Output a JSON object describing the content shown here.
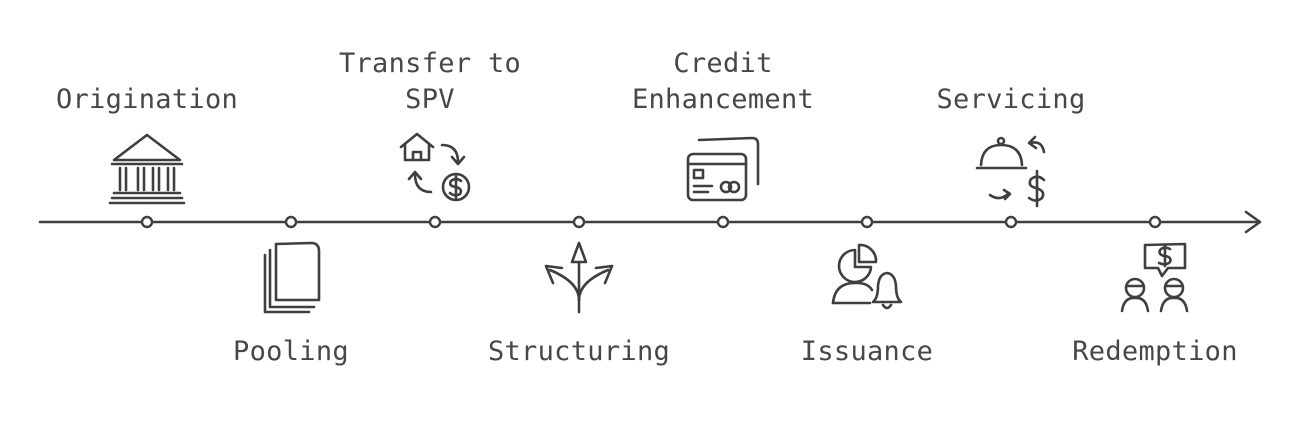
{
  "stages": [
    {
      "id": "origination",
      "label": "Origination",
      "icon": "bank-building-icon",
      "side": "above"
    },
    {
      "id": "pooling",
      "label": "Pooling",
      "icon": "stacked-documents-icon",
      "side": "below"
    },
    {
      "id": "transfer",
      "label": "Transfer to\nSPV",
      "icon": "house-to-dollar-exchange-icon",
      "side": "above"
    },
    {
      "id": "structuring",
      "label": "Structuring",
      "icon": "branching-arrows-icon",
      "side": "below"
    },
    {
      "id": "credit",
      "label": "Credit\nEnhancement",
      "icon": "credit-cards-icon",
      "side": "above"
    },
    {
      "id": "issuance",
      "label": "Issuance",
      "icon": "user-pie-bell-icon",
      "side": "below"
    },
    {
      "id": "servicing",
      "label": "Servicing",
      "icon": "service-cloche-dollar-icon",
      "side": "above"
    },
    {
      "id": "redemption",
      "label": "Redemption",
      "icon": "people-dollar-bubble-icon",
      "side": "below"
    }
  ],
  "colors": {
    "stroke": "#3f3f3f",
    "text": "#474747",
    "background": "#ffffff"
  }
}
